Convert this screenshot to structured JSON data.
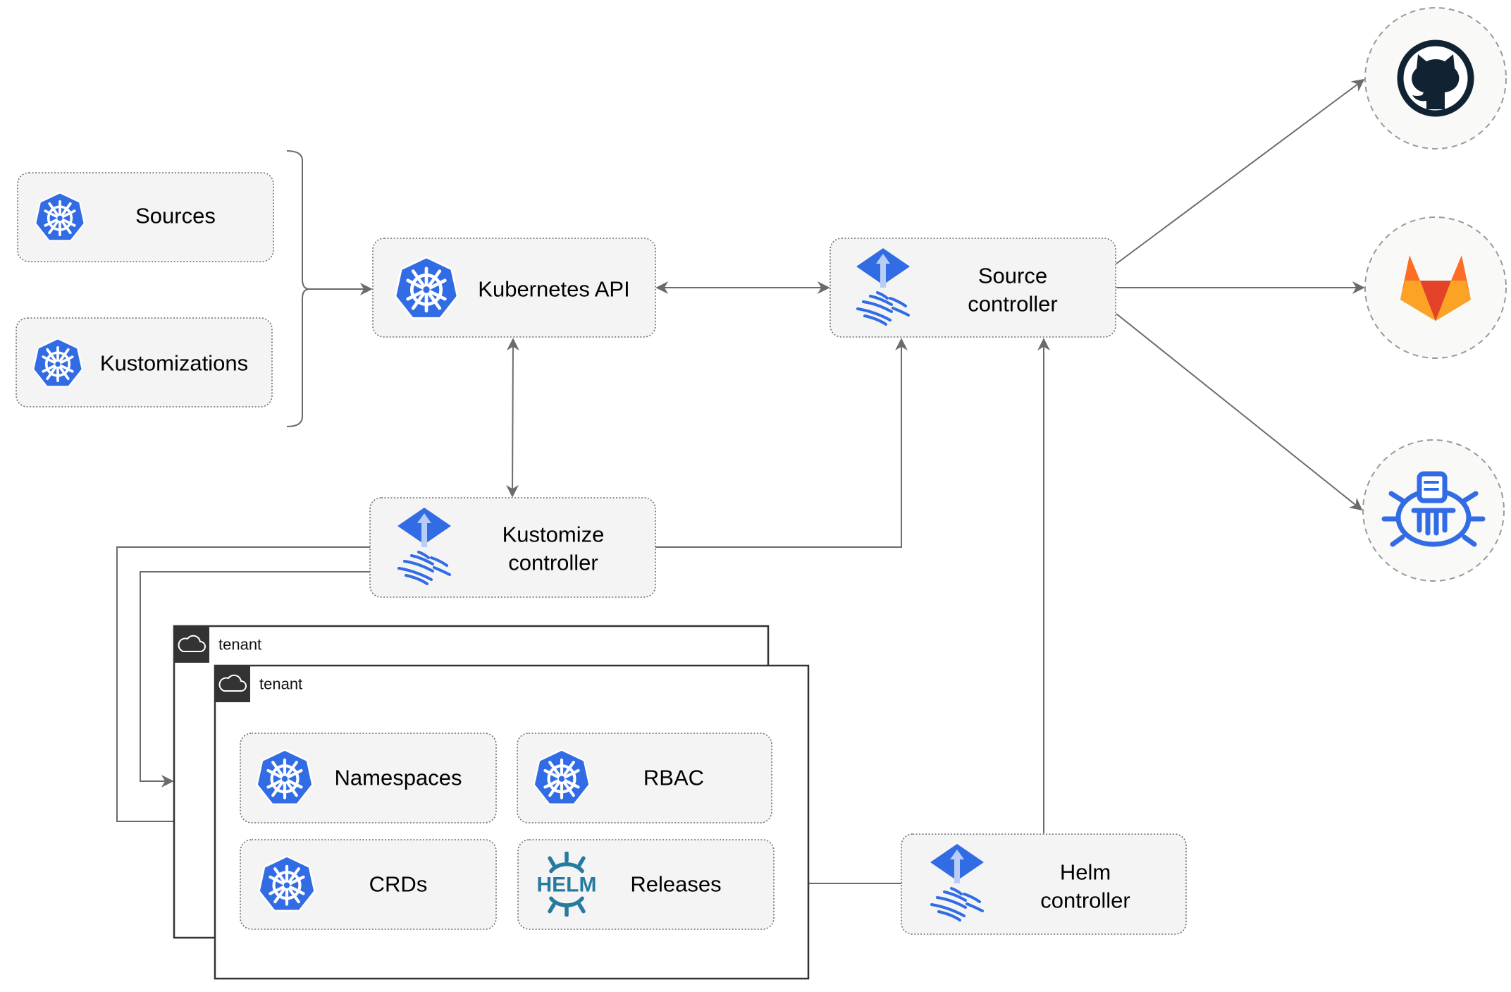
{
  "nodes": {
    "sources": "Sources",
    "kustomizations": "Kustomizations",
    "kubernetes_api": "Kubernetes API",
    "source_controller": [
      "Source",
      "controller"
    ],
    "kustomize_controller": [
      "Kustomize",
      "controller"
    ],
    "helm_controller": [
      "Helm",
      "controller"
    ],
    "namespaces": "Namespaces",
    "rbac": "RBAC",
    "crds": "CRDs",
    "releases": "Releases",
    "helm_logo_text": "HELM"
  },
  "tenants": [
    {
      "label": "tenant"
    },
    {
      "label": "tenant"
    }
  ],
  "external_sources": [
    "github-icon",
    "gitlab-icon",
    "bucket-icon"
  ],
  "colors": {
    "kubernetes_blue": "#326ce5",
    "helm_teal": "#277a9f",
    "gitlab_orange": "#e24329",
    "github_dark": "#112233"
  }
}
